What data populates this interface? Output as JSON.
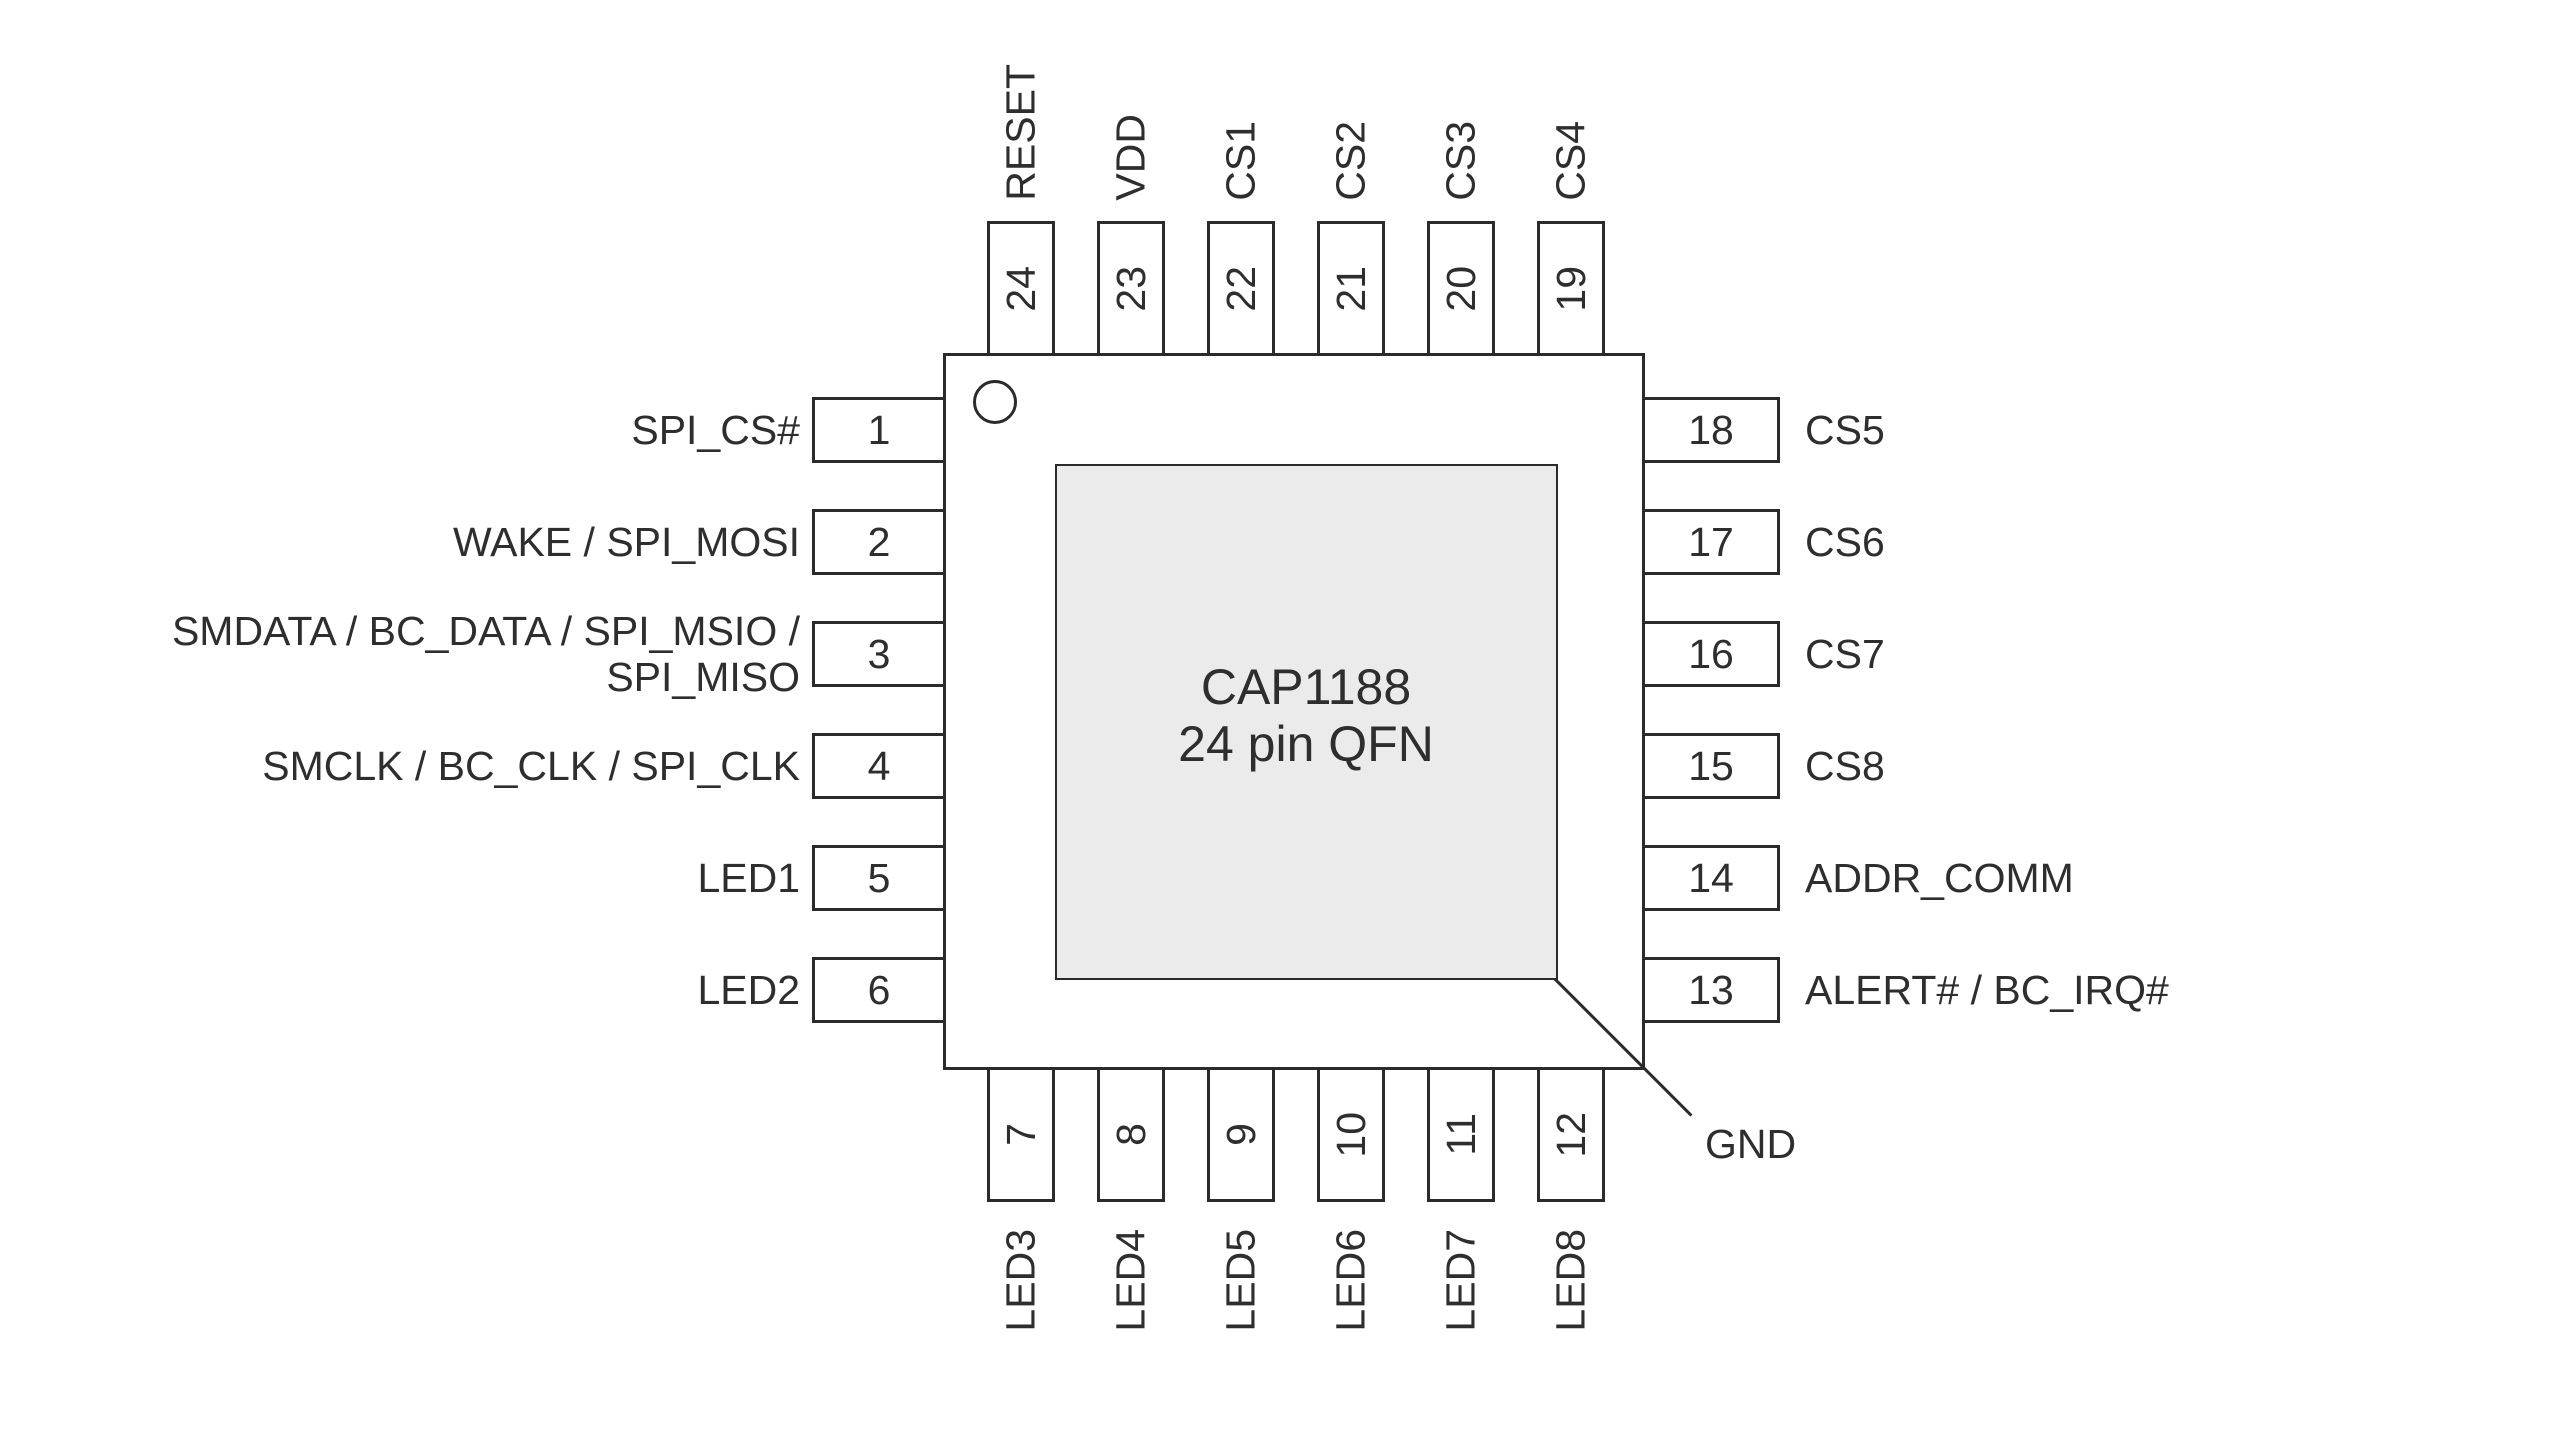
{
  "diagram": {
    "title_lines": [
      "CAP1188",
      "24 pin QFN"
    ],
    "gnd_label": "GND",
    "colors": {
      "stroke": "#2b2b2b",
      "pad_fill": "#ebebeb",
      "background": "#ffffff"
    },
    "pins": {
      "top": [
        {
          "number": "24",
          "label": "RESET"
        },
        {
          "number": "23",
          "label": "VDD"
        },
        {
          "number": "22",
          "label": "CS1"
        },
        {
          "number": "21",
          "label": "CS2"
        },
        {
          "number": "20",
          "label": "CS3"
        },
        {
          "number": "19",
          "label": "CS4"
        }
      ],
      "bottom": [
        {
          "number": "7",
          "label": "LED3"
        },
        {
          "number": "8",
          "label": "LED4"
        },
        {
          "number": "9",
          "label": "LED5"
        },
        {
          "number": "10",
          "label": "LED6"
        },
        {
          "number": "11",
          "label": "LED7"
        },
        {
          "number": "12",
          "label": "LED8"
        }
      ],
      "left": [
        {
          "number": "1",
          "label": "SPI_CS#"
        },
        {
          "number": "2",
          "label": "WAKE / SPI_MOSI"
        },
        {
          "number": "3",
          "label": "SMDATA / BC_DATA / SPI_MSIO /\nSPI_MISO"
        },
        {
          "number": "4",
          "label": "SMCLK / BC_CLK / SPI_CLK"
        },
        {
          "number": "5",
          "label": "LED1"
        },
        {
          "number": "6",
          "label": "LED2"
        }
      ],
      "right": [
        {
          "number": "18",
          "label": "CS5"
        },
        {
          "number": "17",
          "label": "CS6"
        },
        {
          "number": "16",
          "label": "CS7"
        },
        {
          "number": "15",
          "label": "CS8"
        },
        {
          "number": "14",
          "label": "ADDR_COMM"
        },
        {
          "number": "13",
          "label": "ALERT# / BC_IRQ#"
        }
      ]
    }
  }
}
